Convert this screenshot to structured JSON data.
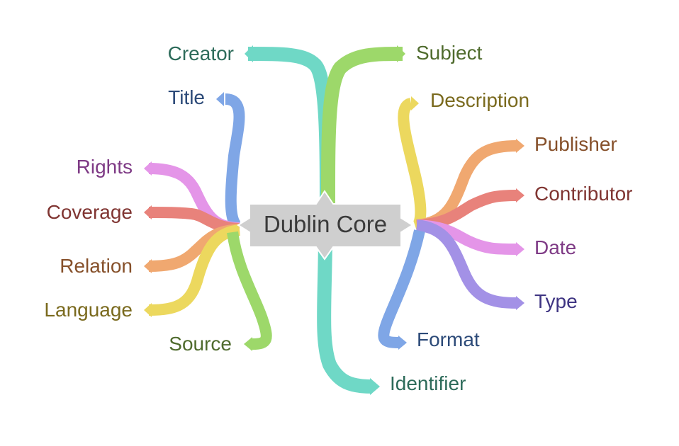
{
  "center": {
    "label": "Dublin Core"
  },
  "branches": [
    {
      "id": "creator",
      "label": "Creator",
      "color": "#6fd8c6",
      "text_color": "#2d6b5a"
    },
    {
      "id": "subject",
      "label": "Subject",
      "color": "#9dd86a",
      "text_color": "#4f6b2d"
    },
    {
      "id": "title",
      "label": "Title",
      "color": "#7fa6e6",
      "text_color": "#2c4a78"
    },
    {
      "id": "description",
      "label": "Description",
      "color": "#ecd85e",
      "text_color": "#7a6a1e"
    },
    {
      "id": "rights",
      "label": "Rights",
      "color": "#e495e8",
      "text_color": "#7e3a85"
    },
    {
      "id": "coverage",
      "label": "Coverage",
      "color": "#e8827b",
      "text_color": "#803532"
    },
    {
      "id": "relation",
      "label": "Relation",
      "color": "#f0a870",
      "text_color": "#86502a"
    },
    {
      "id": "language",
      "label": "Language",
      "color": "#ecd85e",
      "text_color": "#7a6a1e"
    },
    {
      "id": "source",
      "label": "Source",
      "color": "#9dd86a",
      "text_color": "#4f6b2d"
    },
    {
      "id": "publisher",
      "label": "Publisher",
      "color": "#f0a870",
      "text_color": "#86502a"
    },
    {
      "id": "contributor",
      "label": "Contributor",
      "color": "#e8827b",
      "text_color": "#803532"
    },
    {
      "id": "date",
      "label": "Date",
      "color": "#e495e8",
      "text_color": "#7e3a85"
    },
    {
      "id": "type",
      "label": "Type",
      "color": "#a391e6",
      "text_color": "#3e3482"
    },
    {
      "id": "format",
      "label": "Format",
      "color": "#7fa6e6",
      "text_color": "#2c4a78"
    },
    {
      "id": "identifier",
      "label": "Identifier",
      "color": "#6fd8c6",
      "text_color": "#2d6b5a"
    }
  ]
}
